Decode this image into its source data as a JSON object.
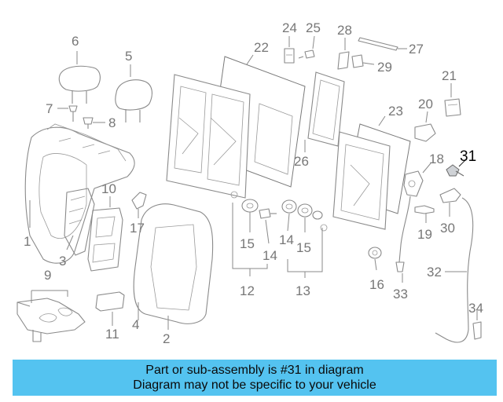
{
  "diagram": {
    "callouts": {
      "c1": "1",
      "c2": "2",
      "c3": "3",
      "c4": "4",
      "c5": "5",
      "c6": "6",
      "c7": "7",
      "c8": "8",
      "c9": "9",
      "c10": "10",
      "c11": "11",
      "c12": "12",
      "c13": "13",
      "c14a": "14",
      "c14b": "14",
      "c15a": "15",
      "c15b": "15",
      "c16": "16",
      "c17": "17",
      "c18": "18",
      "c19": "19",
      "c20": "20",
      "c21": "21",
      "c22": "22",
      "c23": "23",
      "c24": "24",
      "c25": "25",
      "c26": "26",
      "c27": "27",
      "c28": "28",
      "c29": "29",
      "c30": "30",
      "c31": "31",
      "c32": "32",
      "c33": "33",
      "c34": "34"
    },
    "highlighted_part": "31",
    "colors": {
      "line": "#8a8a8a",
      "label": "#777777",
      "highlight_label": "#000000",
      "banner": "#54c3f0"
    }
  },
  "banner": {
    "line1": "Part or sub-assembly is #31 in diagram",
    "line2": "Diagram may not be specific to your vehicle"
  }
}
